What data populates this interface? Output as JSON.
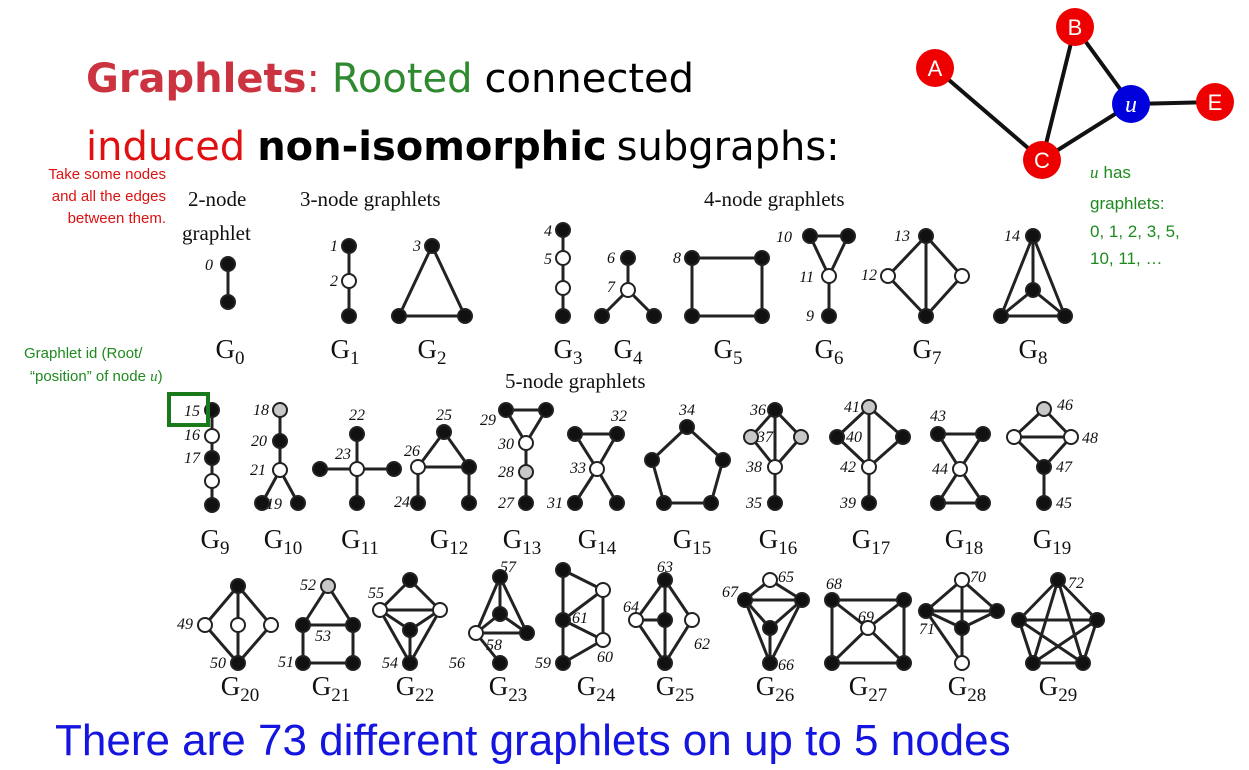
{
  "title": {
    "graphlets": "Graphlets",
    "colon": ":",
    "rooted": "Rooted",
    "connected": "connected",
    "induced": "induced",
    "non_isomorphic": "non-isomorphic",
    "subgraphs": "subgraphs:"
  },
  "note_left": [
    "Take some nodes",
    "and all the edges",
    "between them."
  ],
  "graphlet_id_note": [
    "Graphlet id (Root/",
    "“position” of node ",
    "u",
    ")"
  ],
  "headers": {
    "two_node": [
      "2-node",
      "graphlet"
    ],
    "three_node": "3-node graphlets",
    "four_node": "4-node graphlets",
    "five_node": "5-node graphlets"
  },
  "example": {
    "nodes": [
      "A",
      "B",
      "u",
      "E",
      "C"
    ],
    "u_has": "has",
    "graphlets_label": "graphlets:",
    "list_line1": "0, 1, 2, 3, 5,",
    "list_line2": "10, 11, …"
  },
  "graphlet_names": [
    "G0",
    "G1",
    "G2",
    "G3",
    "G4",
    "G5",
    "G6",
    "G7",
    "G8",
    "G9",
    "G10",
    "G11",
    "G12",
    "G13",
    "G14",
    "G15",
    "G16",
    "G17",
    "G18",
    "G19",
    "G20",
    "G21",
    "G22",
    "G23",
    "G24",
    "G25",
    "G26",
    "G27",
    "G28",
    "G29"
  ],
  "orbit_labels": [
    "0",
    "1",
    "2",
    "3",
    "4",
    "5",
    "6",
    "7",
    "8",
    "9",
    "10",
    "11",
    "12",
    "13",
    "14",
    "15",
    "16",
    "17",
    "18",
    "19",
    "20",
    "21",
    "22",
    "23",
    "24",
    "25",
    "26",
    "27",
    "28",
    "29",
    "30",
    "31",
    "32",
    "33",
    "34",
    "35",
    "36",
    "37",
    "38",
    "39",
    "40",
    "41",
    "42",
    "43",
    "44",
    "45",
    "46",
    "47",
    "48",
    "49",
    "50",
    "51",
    "52",
    "53",
    "54",
    "55",
    "56",
    "57",
    "58",
    "59",
    "60",
    "61",
    "62",
    "63",
    "64",
    "65",
    "66",
    "67",
    "68",
    "69",
    "70",
    "71",
    "72"
  ],
  "footer": "There are 73 different graphlets on up to 5 nodes",
  "colors": {
    "title_red": "#cc3340",
    "rooted_green": "#2f8a2f",
    "induced_red": "#e01010",
    "note_red": "#dd1111",
    "note_green": "#1e8a1e",
    "footer_blue": "#1515e0",
    "node_red": "#ee0000",
    "node_blue": "#0000dd",
    "node_gray": "#c8c8c8",
    "box_green": "#1a7a1a"
  }
}
